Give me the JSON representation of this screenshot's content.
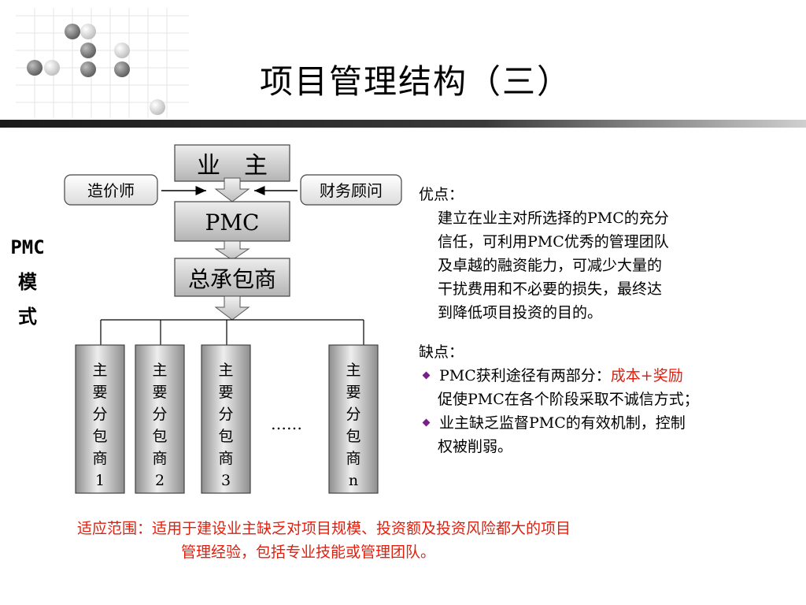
{
  "title": "项目管理结构（三）",
  "diagram": {
    "owner": "业　主",
    "cost_engineer": "造价师",
    "financial_advisor": "财务顾问",
    "pmc": "PMC",
    "general_contractor": "总承包商",
    "subcontractors": [
      {
        "chars": [
          "主",
          "要",
          "分",
          "包",
          "商",
          "1"
        ]
      },
      {
        "chars": [
          "主",
          "要",
          "分",
          "包",
          "商",
          "2"
        ]
      },
      {
        "chars": [
          "主",
          "要",
          "分",
          "包",
          "商",
          "3"
        ]
      },
      {
        "chars": [
          "主",
          "要",
          "分",
          "包",
          "商",
          "n"
        ]
      }
    ],
    "ellipsis": "……"
  },
  "side_label": [
    "PMC",
    "模",
    "式"
  ],
  "advantages": {
    "heading": "优点：",
    "lines": [
      "建立在业主对所选择的PMC的充分",
      "信任，可利用PMC优秀的管理团队",
      "及卓越的融资能力，可减少大量的",
      "干扰费用和不必要的损失，最终达",
      "到降低项目投资的目的。"
    ]
  },
  "disadvantages": {
    "heading": "缺点：",
    "item1_prefix": "PMC获利途径有两部分：",
    "item1_highlight": "成本+奖励",
    "item1_line2": "促使PMC在各个阶段采取不诚信方式；",
    "item2_line1": "业主缺乏监督PMC的有效机制，控制",
    "item2_line2": "权被削弱。"
  },
  "scope": {
    "line1": "适应范围：适用于建设业主缺乏对项目规模、投资额及投资风险都大的项目",
    "line2": "管理经验，包括专业技能或管理团队。"
  },
  "colors": {
    "highlight": "#e0200f",
    "bullet": "#7a1e8c"
  }
}
